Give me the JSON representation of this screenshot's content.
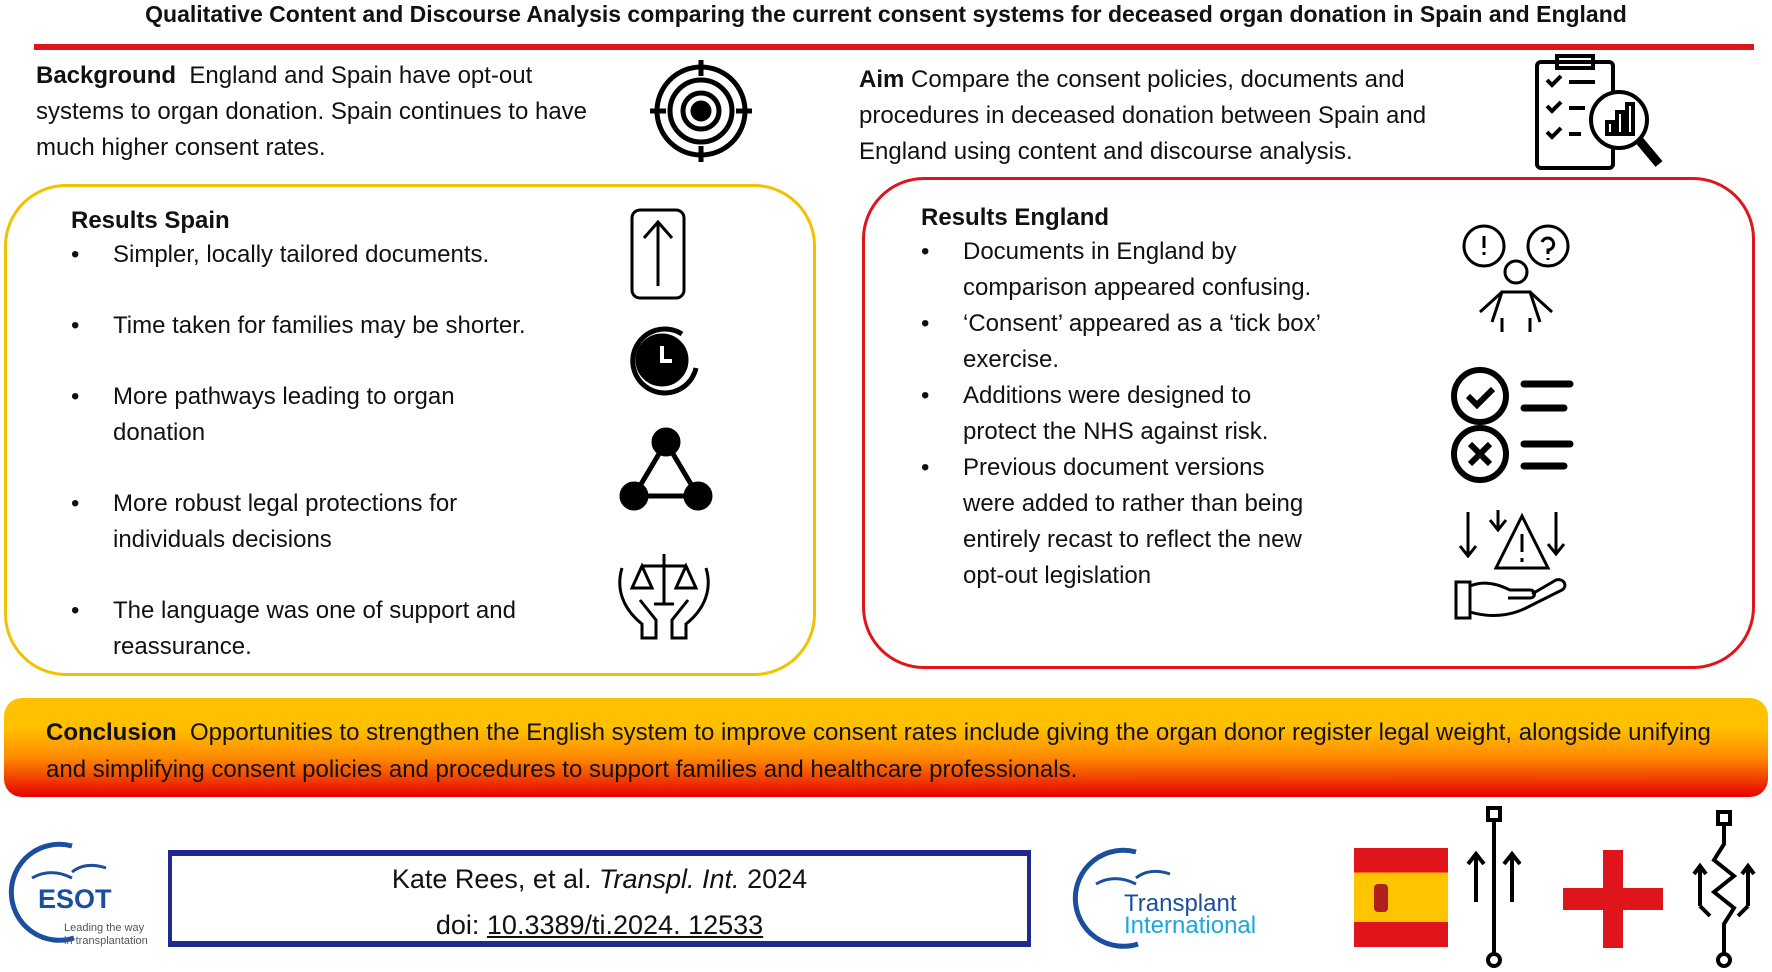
{
  "title": "Qualitative Content and Discourse Analysis comparing the current consent systems for deceased organ donation in Spain and England",
  "background": {
    "label": "Background",
    "text": "England and Spain have opt-out systems to organ donation. Spain continues to have much higher consent rates."
  },
  "aim": {
    "label": "Aim",
    "text": "Compare the consent policies, documents and procedures in deceased donation between Spain and England using content and discourse analysis."
  },
  "spain": {
    "heading": "Results Spain",
    "items": [
      "Simpler, locally tailored documents.",
      "Time taken for families may be shorter.",
      "More pathways leading to organ donation",
      "More robust legal protections for individuals decisions",
      "The language was one of support and reassurance."
    ]
  },
  "england": {
    "heading": "Results England",
    "items": [
      "Documents in England by comparison appeared confusing.",
      "‘Consent’ appeared as a ‘tick box’ exercise.",
      "Additions were designed to protect the NHS against risk.",
      "Previous document versions were added to rather than being entirely recast to reflect the new opt-out legislation"
    ]
  },
  "conclusion": {
    "label": "Conclusion",
    "text": "Opportunities to strengthen the English system to improve consent rates include giving the organ donor register legal weight, alongside unifying and simplifying consent policies and procedures to support families and healthcare professionals."
  },
  "citation": {
    "authors": "Kate Rees, et al.",
    "journal": "Transpl. Int.",
    "year": "2024",
    "doi_label": "doi:",
    "doi": "10.3389/ti.2024. 12533"
  },
  "logos": {
    "esot": "ESOT",
    "esot_tag1": "Leading the way",
    "esot_tag2": "in transplantation",
    "ti1": "Transplant",
    "ti2": "International"
  },
  "colors": {
    "red": "#e0141b",
    "yellow": "#f2c200",
    "navy": "#1f2a8c",
    "esot_blue": "#1b4f9c",
    "ti_cyan": "#1aa7d9"
  }
}
